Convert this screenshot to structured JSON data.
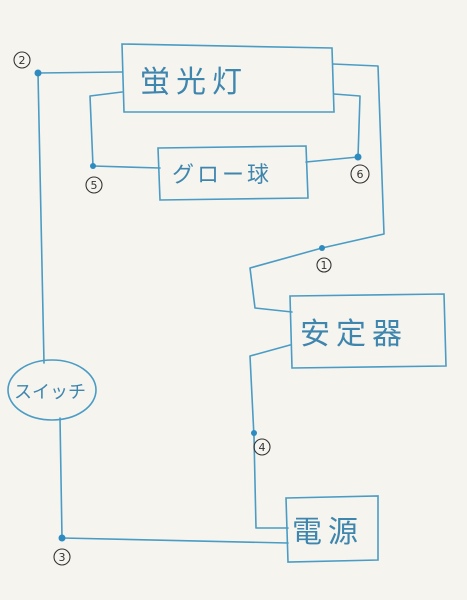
{
  "components": {
    "lamp": "蛍光灯",
    "glow": "グロー球",
    "ballast": "安定器",
    "switch": "スイッチ",
    "power": "電源"
  },
  "nodes": {
    "n1": "1",
    "n2": "2",
    "n3": "3",
    "n4": "4",
    "n5": "5",
    "n6": "6"
  },
  "colors": {
    "ink": "#4a9cc4",
    "paper": "#f6f4ef"
  }
}
